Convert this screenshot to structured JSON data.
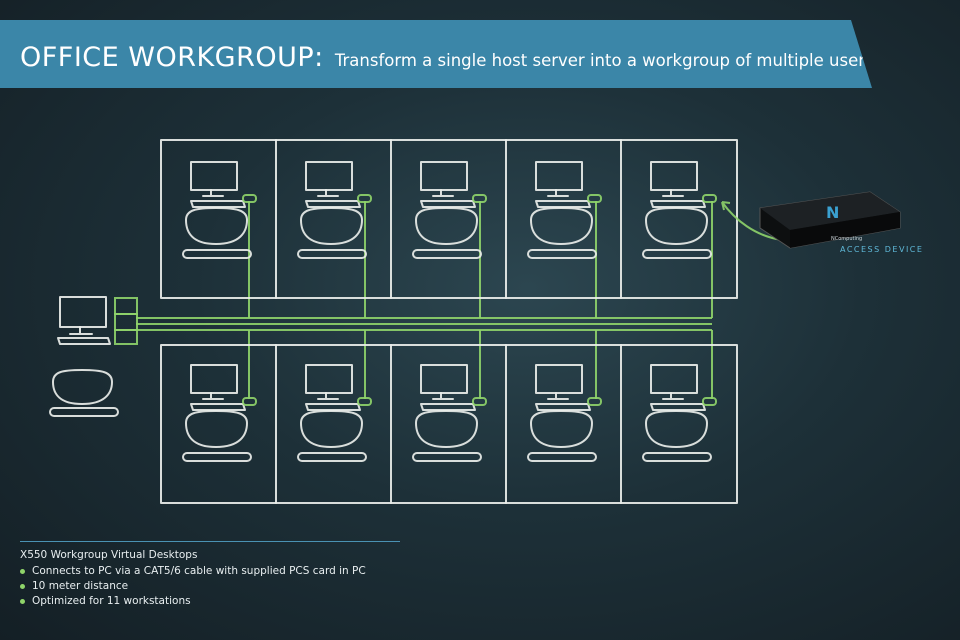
{
  "banner": {
    "title": "OFFICE WORKGROUP:",
    "subtitle": "Transform a single host server into a workgroup of multiple users"
  },
  "diagram": {
    "rows": 2,
    "workstations_per_row": 5,
    "workstation_icon": "monitor-keyboard-chair-icon",
    "host_icon": "host-pc-icon",
    "access_device_icon": "access-device-icon",
    "access_device_brand": "NComputing",
    "access_device_label": "ACCESS DEVICE",
    "colors": {
      "chalk": "#e9ede9",
      "wire": "#8fd46a",
      "banner": "#3b86a8",
      "label": "#5fb8d8"
    }
  },
  "notes": {
    "title": "X550 Workgroup Virtual Desktops",
    "items": [
      "Connects to PC via a CAT5/6 cable with supplied PCS card in PC",
      "10 meter distance",
      "Optimized for 11 workstations"
    ]
  }
}
